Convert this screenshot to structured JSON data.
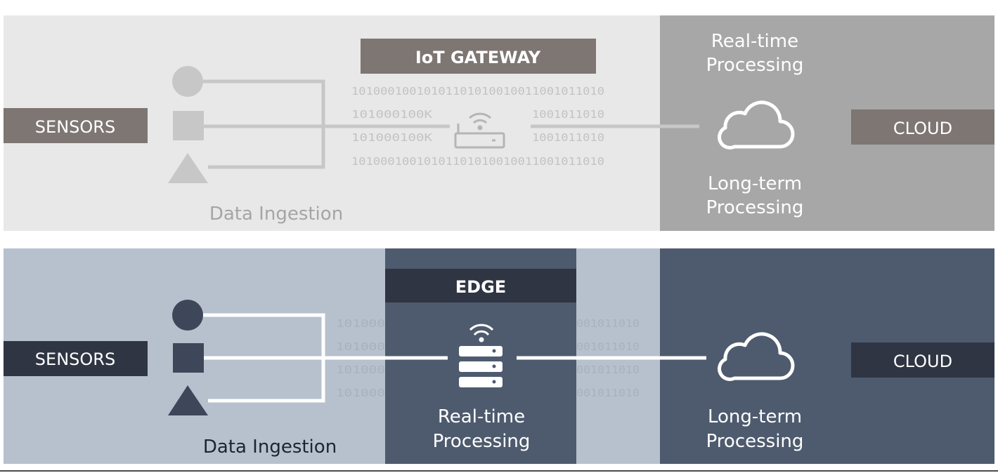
{
  "top_diagram": {
    "sensors_label": "SENSORS",
    "gateway_label": "IoT GATEWAY",
    "realtime_label_line1": "Real-time",
    "realtime_label_line2": "Processing",
    "longterm_label_line1": "Long-term",
    "longterm_label_line2": "Processing",
    "cloud_label": "CLOUD",
    "ingestion_label": "Data Ingestion",
    "binary_full": "10100010010101101010010011001011010",
    "binary_left": "101000100K",
    "binary_right": "1001011010"
  },
  "bottom_diagram": {
    "sensors_label": "SENSORS",
    "edge_label": "EDGE",
    "realtime_label_line1": "Real-time",
    "realtime_label_line2": "Processing",
    "longterm_label_line1": "Long-term",
    "longterm_label_line2": "Processing",
    "cloud_label": "CLOUD",
    "ingestion_label": "Data Ingestion",
    "binary_left": "101000",
    "binary_right": "001011010"
  },
  "colors": {
    "top_bg": "#e8e8e8",
    "top_cloud_panel": "#a7a7a7",
    "top_label_bg": "#7d7673",
    "top_shapes": "#c7c7c7",
    "bottom_bg": "#b7c1ce",
    "bottom_dark_panel": "#4e5b6e",
    "bottom_label_bg": "#2f3543",
    "bottom_shapes": "#3d4759"
  },
  "icons": [
    "circle-shape",
    "square-shape",
    "triangle-shape",
    "wifi-router-icon",
    "cloud-icon",
    "server-stack-icon",
    "wifi-signal-icon"
  ]
}
